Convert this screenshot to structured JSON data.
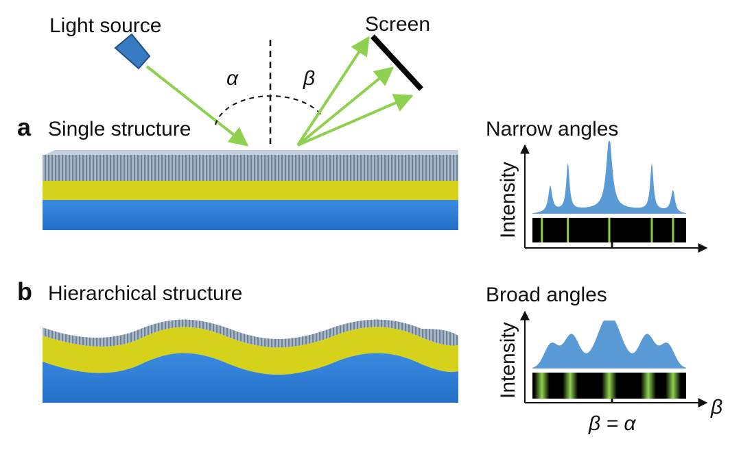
{
  "labels": {
    "light_source": "Light source",
    "screen": "Screen",
    "alpha": "α",
    "beta": "β",
    "beta_eq_alpha": "β = α"
  },
  "panel_a": {
    "letter": "a",
    "title": "Single structure",
    "chart_title": "Narrow angles",
    "ylabel": "Intensity"
  },
  "panel_b": {
    "letter": "b",
    "title": "Hierarchical structure",
    "chart_title": "Broad angles",
    "ylabel": "Intensity",
    "xlabel": "β"
  },
  "colors": {
    "ray": "#8fd14f",
    "source": "#3a7cc3",
    "grating": "#8c9db0",
    "gold": "#d6d21c",
    "substrate": "#2d7fd8",
    "peak_fill": "#5b9bd5",
    "strip_bg": "#000000",
    "line_green": "#8fd14f"
  },
  "chart_data": [
    {
      "type": "area",
      "title": "Narrow angles",
      "ylabel": "Intensity",
      "xlabel": "",
      "peaks": [
        {
          "x": -5,
          "height": 0.42,
          "width": 0.6
        },
        {
          "x": -3.5,
          "height": 0.65,
          "width": 0.5
        },
        {
          "x": 0,
          "height": 1.0,
          "width": 0.9
        },
        {
          "x": 3.6,
          "height": 0.65,
          "width": 0.5
        },
        {
          "x": 5.4,
          "height": 0.42,
          "width": 0.6
        }
      ],
      "strip_lines": [
        -5.7,
        -3.5,
        0,
        3.6,
        5.4
      ]
    },
    {
      "type": "area",
      "title": "Broad angles",
      "ylabel": "Intensity",
      "xlabel": "β",
      "peaks": [
        {
          "x": -5,
          "height": 0.55,
          "width": 1.2
        },
        {
          "x": -3.2,
          "height": 0.62,
          "width": 1.2
        },
        {
          "x": 0,
          "height": 1.0,
          "width": 1.8
        },
        {
          "x": 3.2,
          "height": 0.62,
          "width": 1.2
        },
        {
          "x": 5,
          "height": 0.55,
          "width": 1.2
        }
      ],
      "strip_lines": [
        -5.7,
        -3.3,
        0,
        3.3,
        5.4
      ]
    }
  ]
}
